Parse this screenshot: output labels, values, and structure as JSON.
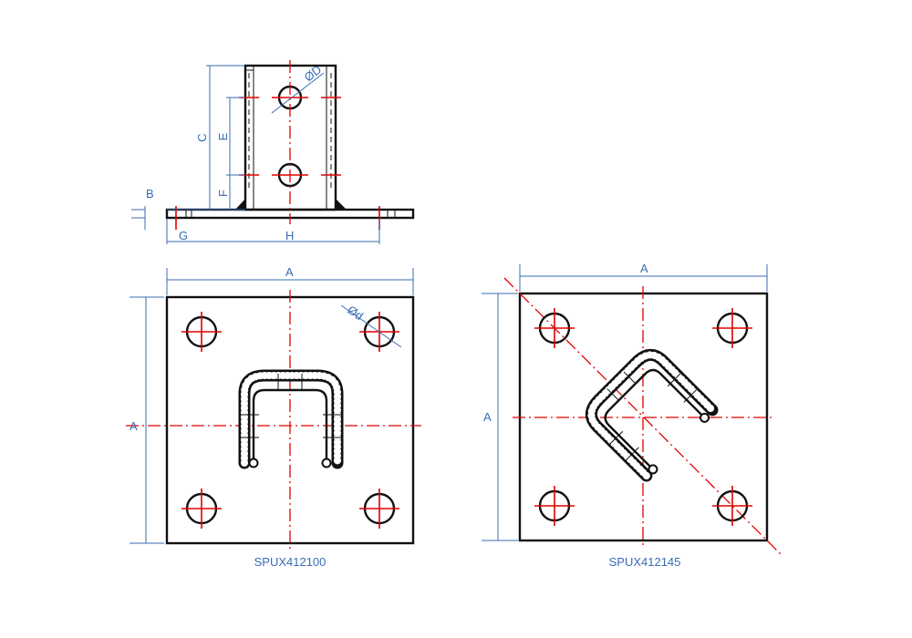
{
  "diagram": {
    "top_view": {
      "labels": {
        "C": "C",
        "E": "E",
        "F": "F",
        "B": "B",
        "G": "G",
        "H": "H",
        "D": "ØD"
      }
    },
    "plan_straight": {
      "label_A_top": "A",
      "label_A_side": "A",
      "label_d": "Ød",
      "caption": "SPUX412100"
    },
    "plan_diagonal": {
      "label_A_top": "A",
      "label_A_side": "A",
      "caption": "SPUX412145"
    },
    "colors": {
      "outline": "#111111",
      "centerline": "#e00000",
      "dimension": "#3a6bb5"
    }
  }
}
